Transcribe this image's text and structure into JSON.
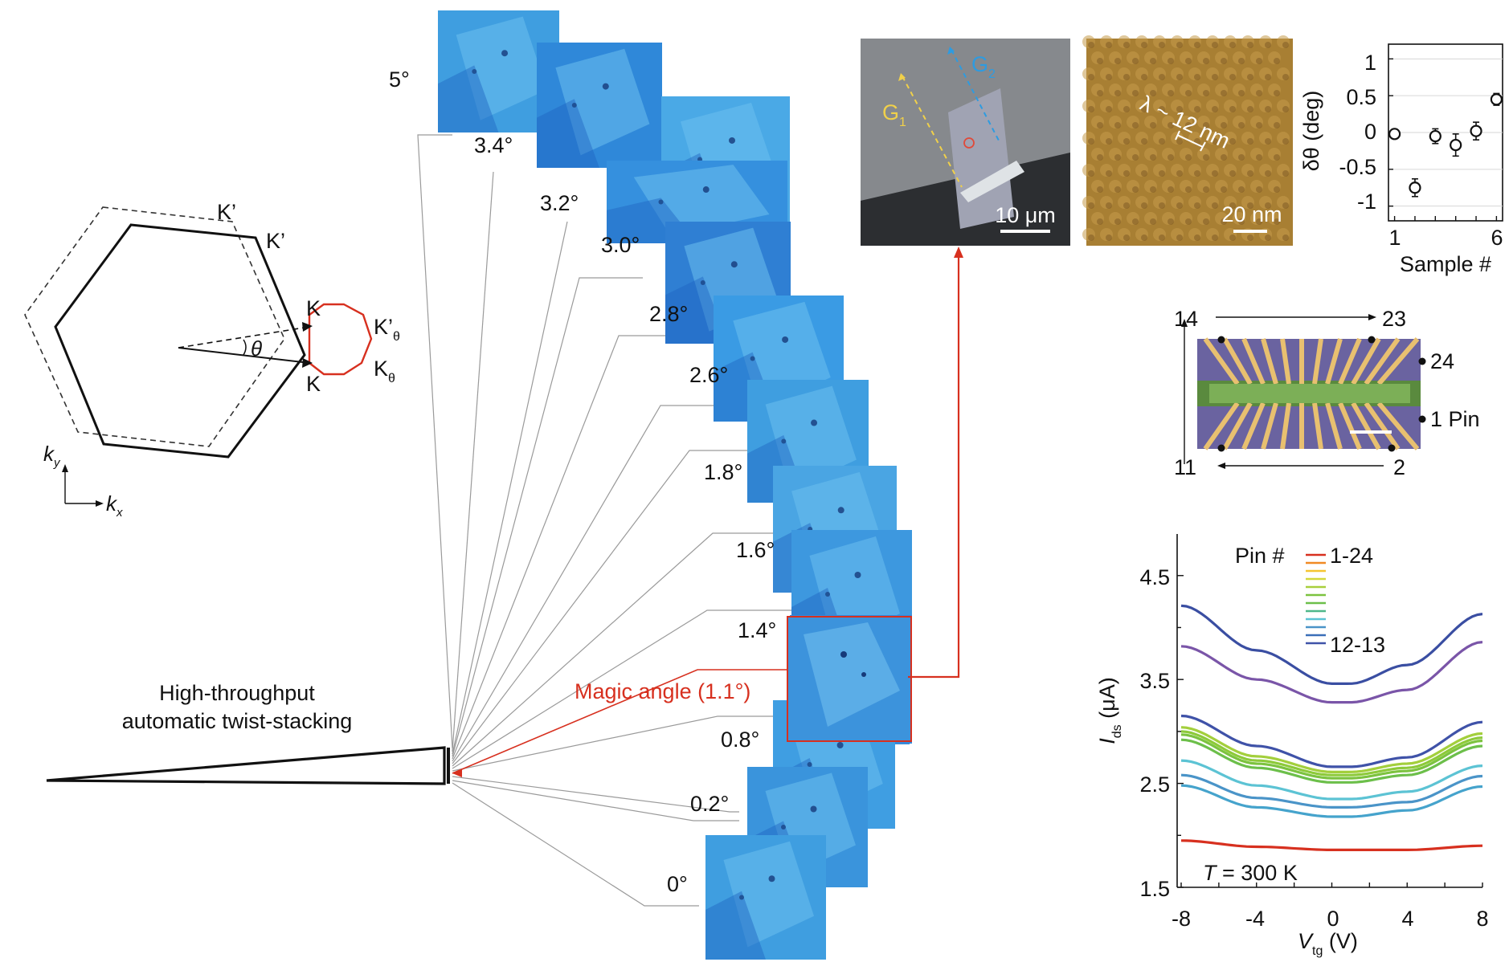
{
  "brillouin": {
    "labels": {
      "k_prime_1": "K’",
      "k_prime_2": "K’",
      "k_upper": "K",
      "k_lower": "K",
      "k_prime_theta_main": "K’",
      "k_theta_main": "K",
      "theta_sub": "θ",
      "theta": "θ",
      "ky_main": "k",
      "ky_sub": "y",
      "kx_main": "k",
      "kx_sub": "x"
    },
    "colors": {
      "moire_hexagon": "#d7301f",
      "outer_hexagon": "#111111"
    }
  },
  "stacking": {
    "caption_line1": "High-throughput",
    "caption_line2": "automatic twist-stacking",
    "magic_angle_label": "Magic angle (1.1°)",
    "magic_color": "#d7301f",
    "angle_labels": [
      "5°",
      "3.4°",
      "3.2°",
      "3.0°",
      "2.8°",
      "2.6°",
      "1.8°",
      "1.6°",
      "1.4°",
      "0.8°",
      "0.2°",
      "0°"
    ],
    "tile_colors": [
      "#3f9ee0",
      "#2f88d9",
      "#4aa9e6",
      "#3590de",
      "#2f7fd3",
      "#3a9be4",
      "#3f9ee0",
      "#4aa5e3",
      "#3d98df",
      "#3b8fd6",
      "#3389dc",
      "#3f9ee2",
      "#3a94dc"
    ]
  },
  "optical": {
    "g1_main": "G",
    "g1_sub": "1",
    "g2_main": "G",
    "g2_sub": "2",
    "scale": "10 μm",
    "g1_color": "#f0d04a",
    "g2_color": "#2e9be0"
  },
  "afm": {
    "annotation": "λ ~ 12 nm",
    "scale": "20 nm"
  },
  "delta_theta_chart": {
    "ylabel": "δθ (deg)",
    "xlabel": "Sample #",
    "ytick_labels": [
      "1",
      "0.5",
      "0",
      "-0.5",
      "-1"
    ],
    "xtick_labels": [
      "1",
      "6"
    ]
  },
  "device": {
    "pin_labels": {
      "top_left": "14",
      "top_right": "23",
      "right_upper": "24",
      "right_lower": "1 Pin",
      "bottom_left": "11",
      "bottom_right": "2"
    }
  },
  "ids_chart": {
    "ylabel_main": "I",
    "ylabel_sub": "ds",
    "ylabel_unit": "(μA)",
    "xlabel_main": "V",
    "xlabel_sub": "tg",
    "xlabel_unit": "(V)",
    "ytick_labels": [
      "4.5",
      "3.5",
      "2.5",
      "1.5"
    ],
    "xtick_labels": [
      "-8",
      "-4",
      "0",
      "4",
      "8"
    ],
    "legend_title": "Pin #",
    "legend_first": "1-24",
    "legend_last": "12-13",
    "temperature_italic": "T",
    "temperature_rest": " = 300 K"
  },
  "chart_data": [
    {
      "type": "scatter",
      "xlabel": "Sample #",
      "ylabel": "δθ (deg)",
      "x": [
        1,
        2,
        3,
        4,
        5,
        6
      ],
      "y": [
        -0.02,
        -0.75,
        -0.05,
        -0.17,
        0.02,
        0.45
      ],
      "errors": [
        0.06,
        0.12,
        0.1,
        0.15,
        0.12,
        0.08
      ],
      "xlim": [
        0.7,
        6.3
      ],
      "ylim": [
        -1.2,
        1.2
      ],
      "grid": true
    },
    {
      "type": "line",
      "xlabel": "Vtg (V)",
      "ylabel": "Ids (μA)",
      "xlim": [
        -8,
        8
      ],
      "ylim": [
        1.5,
        4.9
      ],
      "x": [
        -8,
        -4,
        0,
        1,
        4,
        8
      ],
      "series": [
        {
          "name": "1-24",
          "color": "#d7301f",
          "values": [
            1.95,
            1.89,
            1.86,
            1.86,
            1.86,
            1.9
          ]
        },
        {
          "color": "#45a3cc",
          "values": [
            2.48,
            2.27,
            2.18,
            2.18,
            2.24,
            2.47
          ]
        },
        {
          "color": "#4a94c8",
          "values": [
            2.58,
            2.36,
            2.27,
            2.27,
            2.32,
            2.57
          ]
        },
        {
          "color": "#5cc3d4",
          "values": [
            2.72,
            2.48,
            2.35,
            2.35,
            2.42,
            2.67
          ]
        },
        {
          "color": "#6cbf4a",
          "values": [
            2.92,
            2.65,
            2.51,
            2.51,
            2.58,
            2.86
          ]
        },
        {
          "color": "#7cc33f",
          "values": [
            2.97,
            2.69,
            2.55,
            2.55,
            2.62,
            2.91
          ]
        },
        {
          "color": "#8dca3a",
          "values": [
            3.0,
            2.72,
            2.58,
            2.58,
            2.65,
            2.94
          ]
        },
        {
          "color": "#a3cf3c",
          "values": [
            3.04,
            2.76,
            2.61,
            2.61,
            2.69,
            2.98
          ]
        },
        {
          "color": "#3f52a8",
          "values": [
            3.15,
            2.86,
            2.66,
            2.66,
            2.75,
            3.09
          ]
        },
        {
          "color": "#7a55a8",
          "values": [
            3.82,
            3.5,
            3.28,
            3.28,
            3.4,
            3.86
          ]
        },
        {
          "name": "12-13",
          "color": "#3a4ea2",
          "values": [
            4.21,
            3.78,
            3.46,
            3.46,
            3.64,
            4.13
          ]
        }
      ],
      "annotation": "T = 300 K"
    }
  ]
}
